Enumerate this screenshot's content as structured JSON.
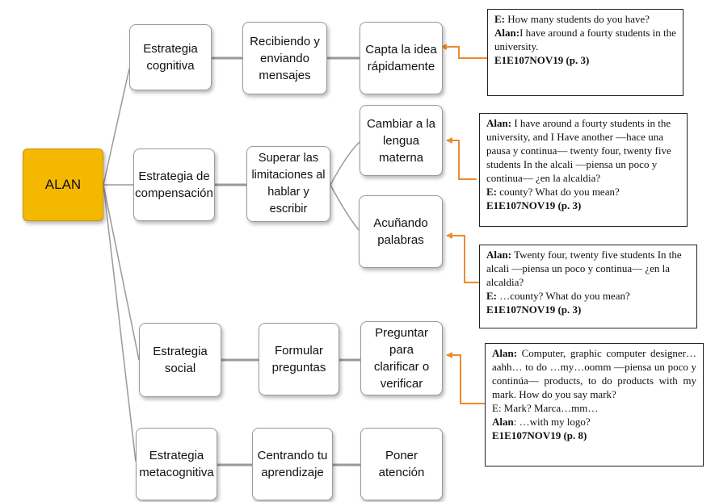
{
  "root": {
    "label": "ALAN"
  },
  "colors": {
    "root_fill": "#f5b800",
    "arrow": "#ef8a2e",
    "line": "#9a9a9a"
  },
  "branches": [
    {
      "strategy": "Estrategia\ncognitiva",
      "process": "Recibiendo y\nenviando\nmensajes",
      "results": [
        "Capta la idea\nrápidamente"
      ]
    },
    {
      "strategy": "Estrategia de\ncompensación",
      "process": "Superar las\nlimitaciones al\nhablar y escribir",
      "results": [
        "Cambiar a la\nlengua materna",
        "Acuñando\npalabras"
      ]
    },
    {
      "strategy": "Estrategia social",
      "process": "Formular\npreguntas",
      "results": [
        "Preguntar para\nclarificar o\nverificar"
      ]
    },
    {
      "strategy": "Estrategia\nmetacognitiva",
      "process": "Centrando tu\naprendizaje",
      "results": [
        "Poner atención"
      ]
    }
  ],
  "quotes": [
    {
      "lines": [
        {
          "speaker": "E:",
          "text": " How many students do you have?"
        },
        {
          "speaker": "Alan:",
          "text": "I have around a fourty students in the university."
        }
      ],
      "code": "E1E107NOV19 (p. 3)"
    },
    {
      "lines": [
        {
          "speaker": "Alan:",
          "text": " I have around a fourty students in the university, and I Have another —hace una pausa y continua— twenty four, twenty five students In the alcali —piensa un poco y continua— ¿en la alcaldia?"
        },
        {
          "speaker": "E:",
          "text": " county?  What do you mean?"
        }
      ],
      "code": "E1E107NOV19 (p. 3)"
    },
    {
      "lines": [
        {
          "speaker": "Alan:",
          "text": " Twenty four, twenty five students In the alcali —piensa un poco y continua— ¿en la alcaldia?"
        },
        {
          "speaker": "E:",
          "text": " …county?  What do you mean?"
        }
      ],
      "code": "E1E107NOV19 (p. 3)"
    },
    {
      "lines": [
        {
          "speaker": "Alan:",
          "text": " Computer, graphic computer designer…aahh… to do …my…oomm —piensa un poco y continúa— products, to do products with my mark. How do you say mark?"
        },
        {
          "speaker": "",
          "text": "E: Mark? Marca…mm…"
        },
        {
          "speaker": "Alan",
          "text": ": …with my logo?"
        }
      ],
      "code": "E1E107NOV19 (p. 8)"
    }
  ]
}
